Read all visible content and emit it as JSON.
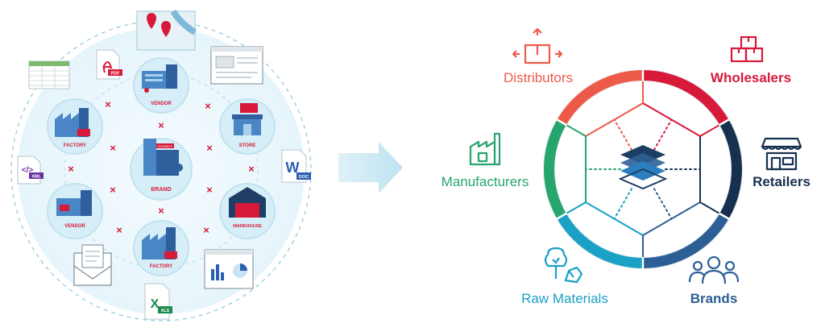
{
  "left_cluster": {
    "nodes": [
      {
        "id": "vendor_top",
        "label": "VENDOR"
      },
      {
        "id": "factory_left",
        "label": "FACTORY"
      },
      {
        "id": "store",
        "label": "STORE"
      },
      {
        "id": "brand",
        "label": "BRAND"
      },
      {
        "id": "vendor_bottom",
        "label": "VENDOR"
      },
      {
        "id": "warehouse",
        "label": "WAREHOUSE"
      },
      {
        "id": "factory_bottom",
        "label": "FACTORY"
      }
    ],
    "doc_icons": {
      "pdf": "PDF",
      "xml": "XML",
      "doc_letter": "W",
      "doc": "DOC",
      "xls_letter": "X",
      "xls": "XLS"
    },
    "tag_text": "STARBOY"
  },
  "ring": {
    "center_icon": "layers-icon",
    "segments": [
      {
        "id": "distributors",
        "label": "Distributors",
        "color": "#ee5a4a",
        "icon": "box-arrows-icon"
      },
      {
        "id": "wholesalers",
        "label": "Wholesalers",
        "color": "#d7193a",
        "icon": "stacked-boxes-icon"
      },
      {
        "id": "retailers",
        "label": "Retailers",
        "color": "#18304f",
        "icon": "storefront-icon"
      },
      {
        "id": "brands",
        "label": "Brands",
        "color": "#2c5f95",
        "icon": "people-group-icon"
      },
      {
        "id": "raw_materials",
        "label": "Raw Materials",
        "color": "#1ba0c6",
        "icon": "tree-rock-icon"
      },
      {
        "id": "manufacturers",
        "label": "Manufacturers",
        "color": "#27a56f",
        "icon": "factory-outline-icon"
      }
    ]
  }
}
